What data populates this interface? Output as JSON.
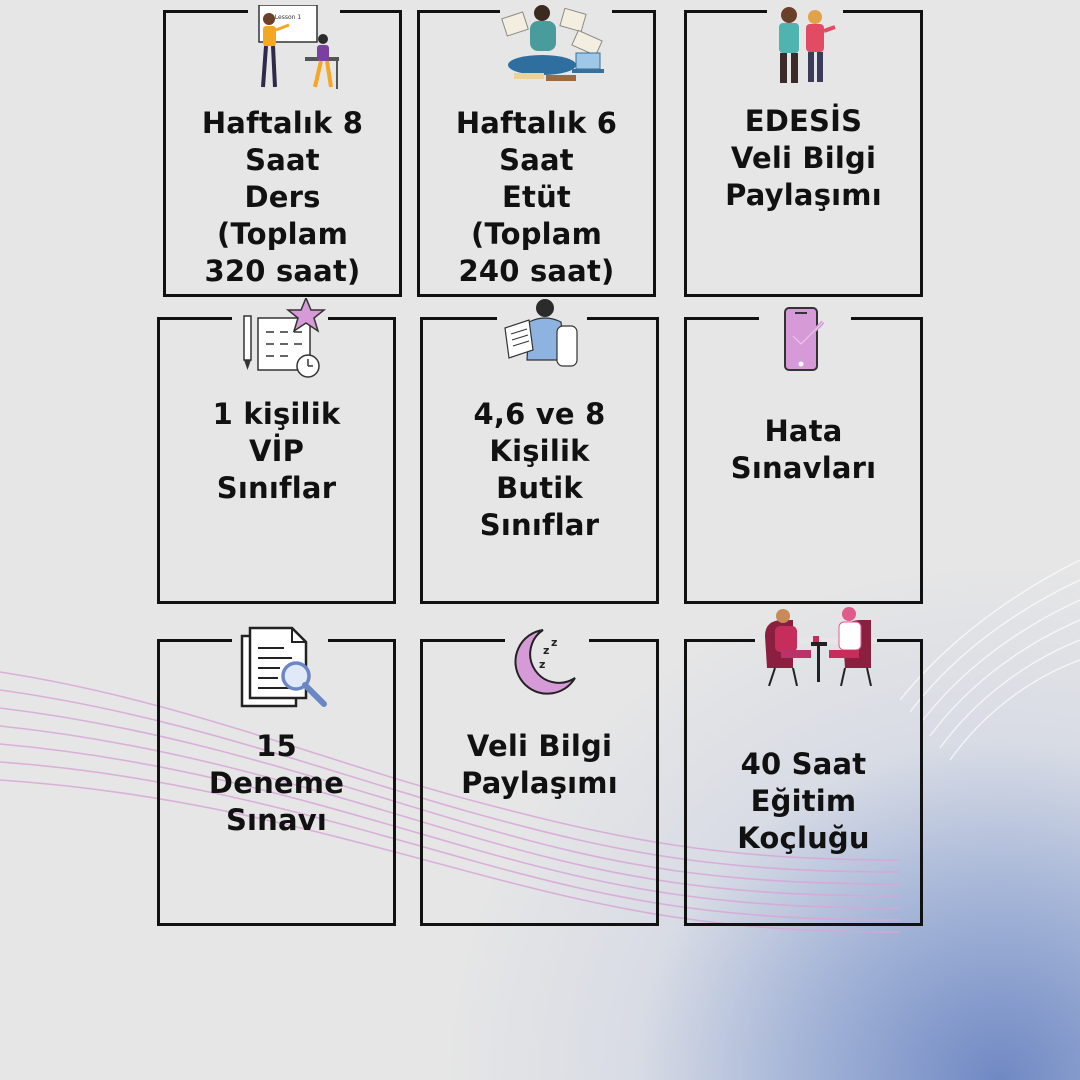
{
  "cards": [
    {
      "lines": [
        "Haftalık 8",
        "Saat",
        "Ders",
        "(Toplam",
        "320 saat)"
      ],
      "board_text": "Lesson 1"
    },
    {
      "lines": [
        "Haftalık 6",
        "Saat",
        "Etüt",
        "(Toplam",
        "240 saat)"
      ]
    },
    {
      "lines": [
        "EDESİS",
        "Veli Bilgi",
        "Paylaşımı"
      ]
    },
    {
      "lines": [
        "1 kişilik",
        "VİP",
        "Sınıflar"
      ]
    },
    {
      "lines": [
        "4,6 ve 8",
        "Kişilik",
        "Butik",
        "Sınıflar"
      ]
    },
    {
      "lines": [
        "Hata",
        "Sınavları"
      ]
    },
    {
      "lines": [
        "15",
        "Deneme",
        "Sınavı"
      ]
    },
    {
      "lines": [
        "Veli Bilgi",
        "Paylaşımı"
      ]
    },
    {
      "lines": [
        "40 Saat",
        "Eğitim",
        "Koçluğu"
      ]
    }
  ],
  "colors": {
    "border": "#111111",
    "accent_pink": "#d79ad8",
    "accent_orange": "#f5a623",
    "accent_blue": "#8fb3e0",
    "background": "#e6e6e6"
  },
  "icons": [
    "teacher-student-icon",
    "studying-person-icon",
    "parents-icon",
    "schedule-star-icon",
    "reading-person-icon",
    "phone-check-icon",
    "document-search-icon",
    "moon-sleep-icon",
    "coaching-chat-icon"
  ]
}
